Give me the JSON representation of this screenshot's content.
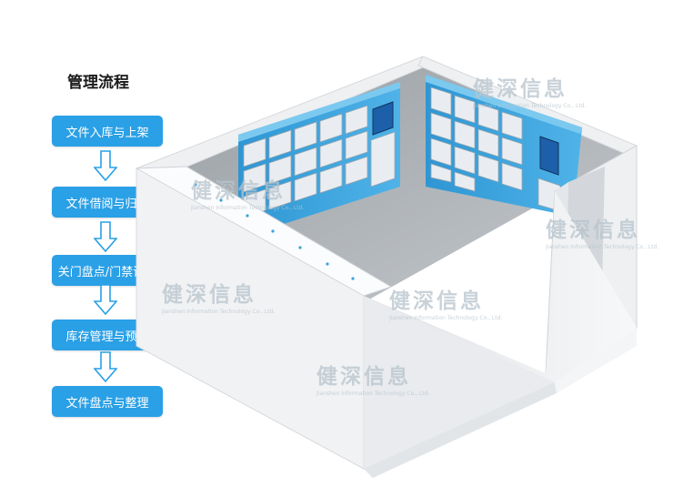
{
  "title": "管理流程",
  "steps": [
    {
      "label": "文件入库与上架"
    },
    {
      "label": "文件借阅与归还"
    },
    {
      "label": "关门盘点/门禁识别"
    },
    {
      "label": "库存管理与预警"
    },
    {
      "label": "文件盘点与整理"
    }
  ],
  "watermark": {
    "text": "健深信息",
    "subtitle": "Jianshen Information Technology Co., Ltd."
  },
  "colors": {
    "step_fill": "#2aa0e6",
    "cabinet_blue": "#3aa3dd",
    "wall": "#f2f3f5"
  }
}
